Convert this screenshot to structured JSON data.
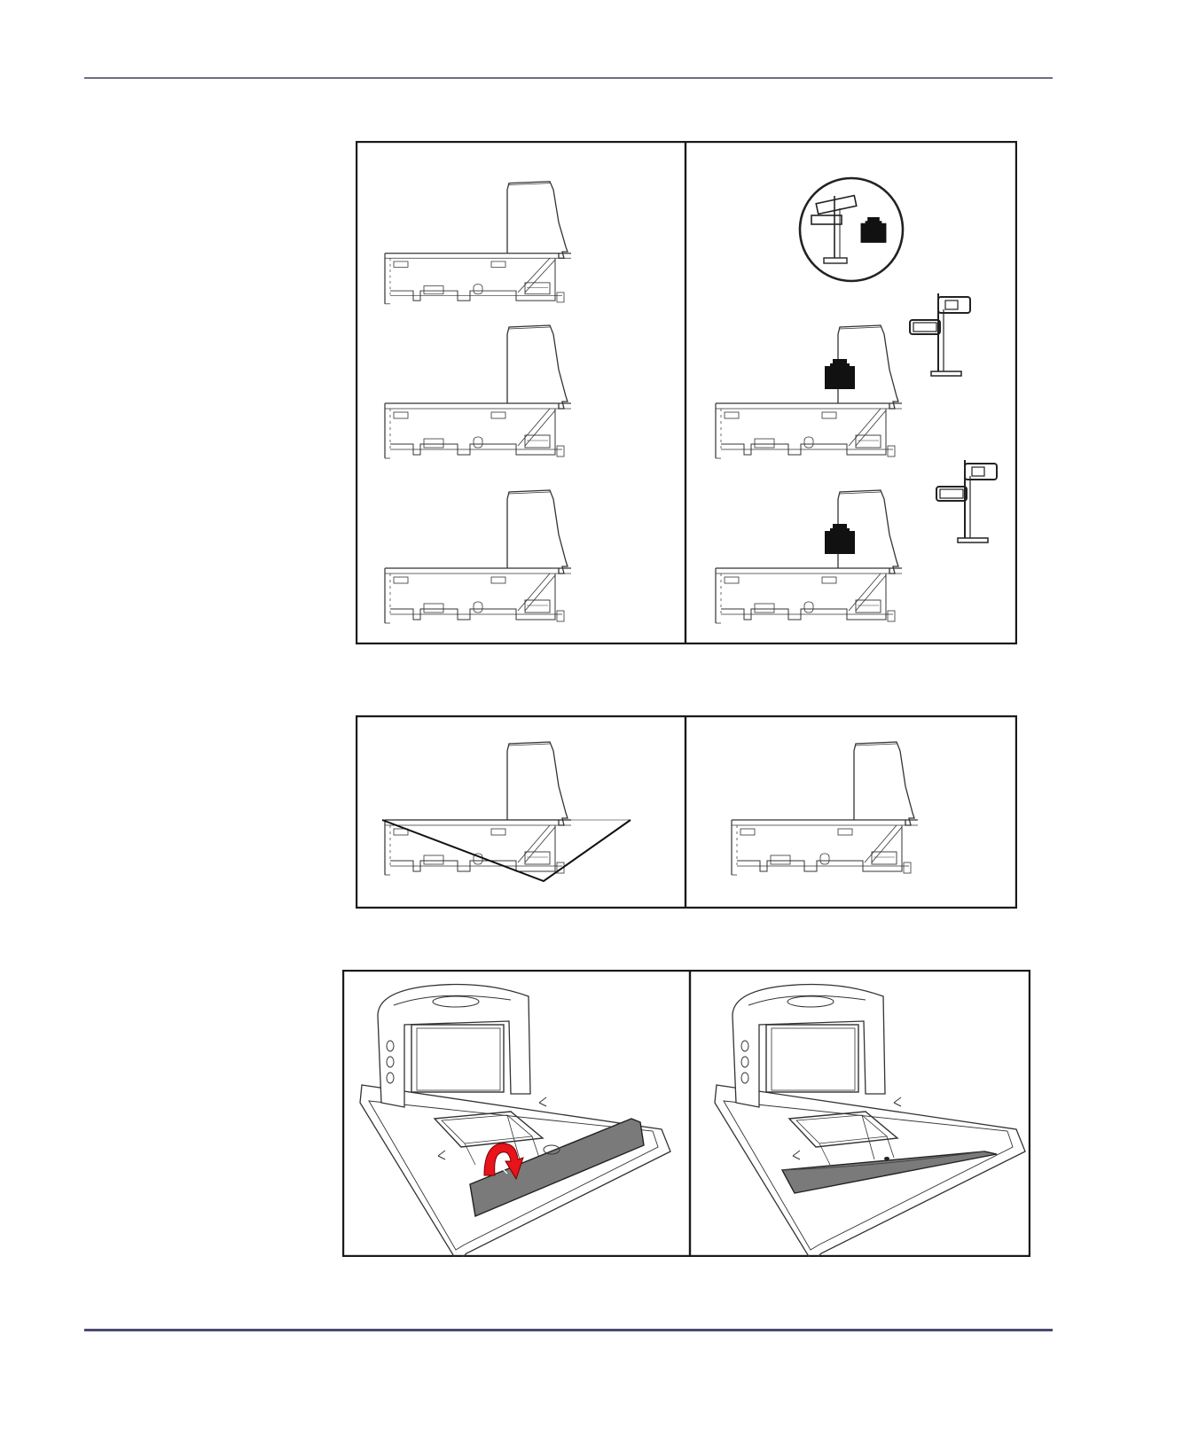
{
  "page": {
    "header_rule": "divider",
    "footer_rule": "divider"
  },
  "figures": [
    {
      "id": "figure-scale-calibration",
      "panels": [
        "scanner-side-views",
        "calibration-weight-and-pole-display"
      ],
      "icons": [
        "scanner-scale-side-icon",
        "calibration-weight-icon",
        "pole-display-icon"
      ]
    },
    {
      "id": "figure-platter-weighing",
      "panels": [
        "scanner-with-weighing-zone",
        "scanner-side-view"
      ]
    },
    {
      "id": "figure-weighplate-install",
      "panels": [
        "weighplate-lifting",
        "weighplate-seated"
      ],
      "icons": [
        "rotate-arrow-icon"
      ]
    }
  ],
  "colors": {
    "line": "#333333",
    "frame": "#1a1a1a",
    "weight": "#111111",
    "rotate_arrow": "#e8131b",
    "rail_fill": "#7a7a7a",
    "rule_top": "#6d6f82",
    "rule_bottom": "#4a4a70"
  }
}
